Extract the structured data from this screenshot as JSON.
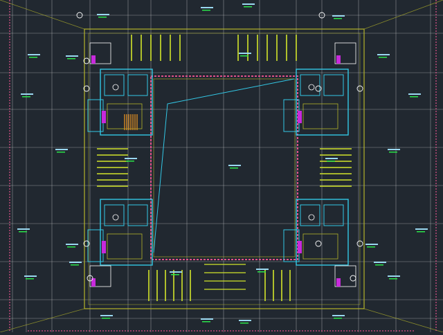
{
  "drawing": {
    "type": "cad-floor-plan",
    "background_color": "#212830",
    "colors": {
      "grid": "#e6e6e6",
      "wall": "#b5b52a",
      "core": "#33c8e6",
      "parking": "#d4e62a",
      "dimension": "#2ae64a",
      "annotation": "#9ad8f0",
      "pink": "#e0508a",
      "magenta": "#c82adc",
      "orange": "#d88a22",
      "white": "#ffffff"
    },
    "cores": [
      {
        "name": "core-top-left",
        "label": ""
      },
      {
        "name": "core-top-right",
        "label": ""
      },
      {
        "name": "core-bottom-left",
        "label": ""
      },
      {
        "name": "core-bottom-right",
        "label": ""
      }
    ],
    "courtyard": {
      "name": "central-courtyard"
    }
  }
}
